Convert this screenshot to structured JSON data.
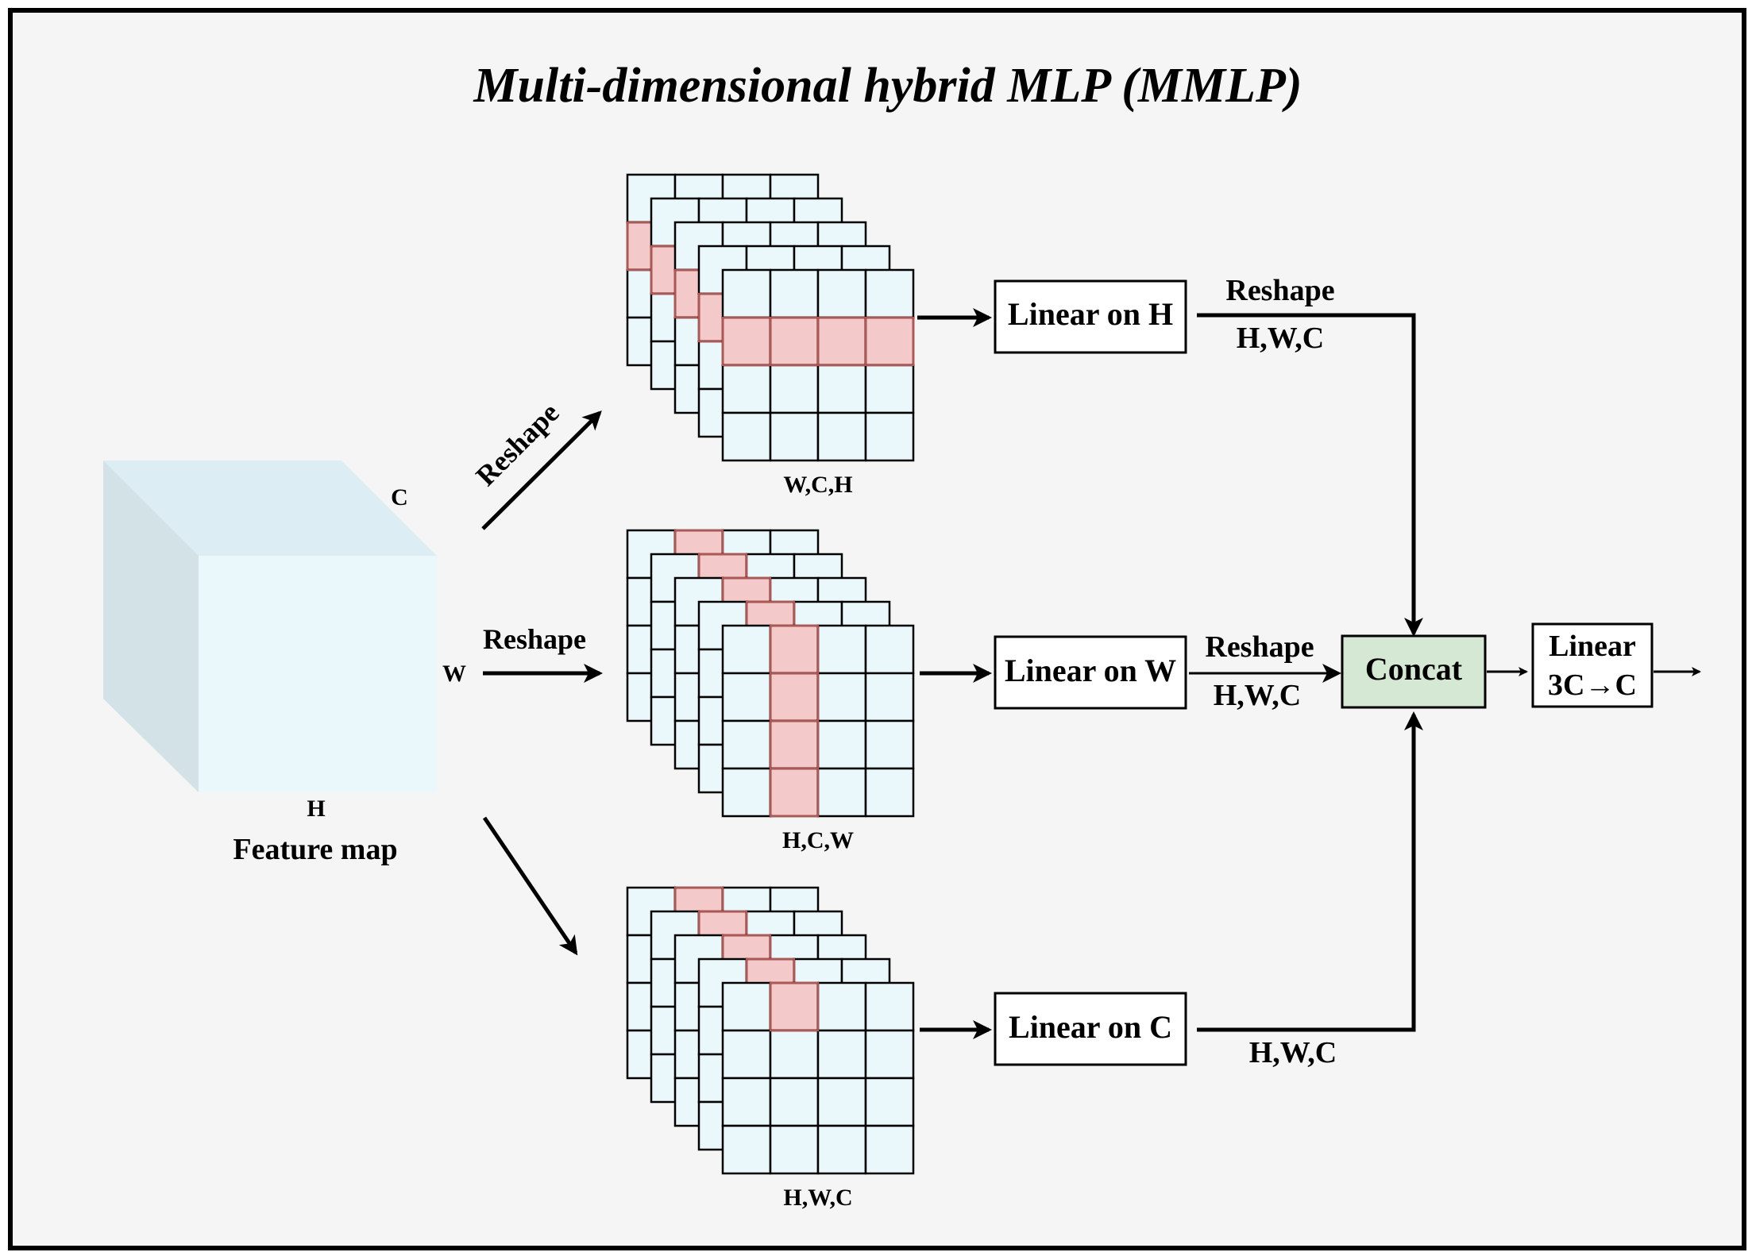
{
  "title": "Multi-dimensional hybrid MLP (MMLP)",
  "feature_map": {
    "label": "Feature map",
    "axis_c": "C",
    "axis_w": "W",
    "axis_h": "H"
  },
  "branches": {
    "top": {
      "arrow_label": "Reshape",
      "stack_label": "W,C,H",
      "linear_label": "Linear on H",
      "out_label_top": "Reshape",
      "out_label_bottom": "H,W,C"
    },
    "middle": {
      "arrow_label": "Reshape",
      "stack_label": "H,C,W",
      "linear_label": "Linear on W",
      "out_label_top": "Reshape",
      "out_label_bottom": "H,W,C"
    },
    "bottom": {
      "stack_label": "H,W,C",
      "linear_label": "Linear on C",
      "out_label_bottom": "H,W,C"
    }
  },
  "concat": {
    "label": "Concat"
  },
  "final_linear": {
    "line1": "Linear",
    "line2": "3C→C"
  },
  "colors": {
    "cell_fill": "#eaf8fc",
    "highlight_fill": "#f4c9c9",
    "highlight_stroke": "#c0504d",
    "cube_front": "#eaf8fc",
    "cube_top": "#dceef3",
    "cube_side": "#d2e2e7",
    "concat_fill": "#d5e8d4",
    "box_fill": "#ffffff",
    "background": "#f5f5f5"
  }
}
